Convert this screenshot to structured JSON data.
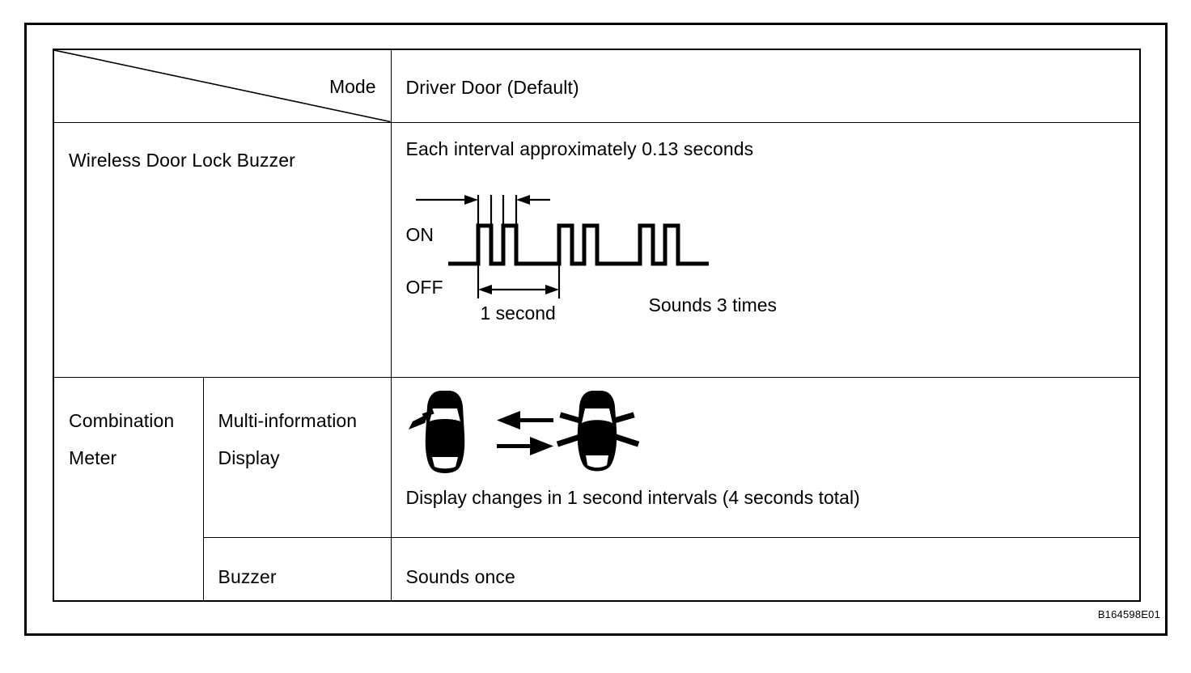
{
  "figure": {
    "code": "B164598E01"
  },
  "table": {
    "header": {
      "corner_label": "Mode",
      "mode_value": "Driver Door (Default)"
    },
    "rows": [
      {
        "label": "Wireless Door Lock Buzzer",
        "content": {
          "interval_text": "Each interval approximately 0.13 seconds",
          "on_label": "ON",
          "off_label": "OFF",
          "one_second_label": "1 second",
          "sounds_label": "Sounds 3 times"
        }
      },
      {
        "label": "Combination Meter",
        "sub_label": "Multi-information Display",
        "content": {
          "caption": "Display changes in 1 second intervals (4 seconds total)"
        }
      },
      {
        "sub_label": "Buzzer",
        "content": {
          "caption": "Sounds once"
        }
      }
    ]
  },
  "chart_data": {
    "type": "line",
    "title": "Wireless Door Lock Buzzer timing chart",
    "ylabel": "",
    "xlabel": "",
    "states": [
      "OFF",
      "ON"
    ],
    "pulse_width_seconds": 0.13,
    "group_period_seconds": 1,
    "group_count": 3,
    "pulses_per_group": 2,
    "annotations": [
      "Each interval approximately 0.13 seconds",
      "1 second",
      "Sounds 3 times"
    ]
  }
}
